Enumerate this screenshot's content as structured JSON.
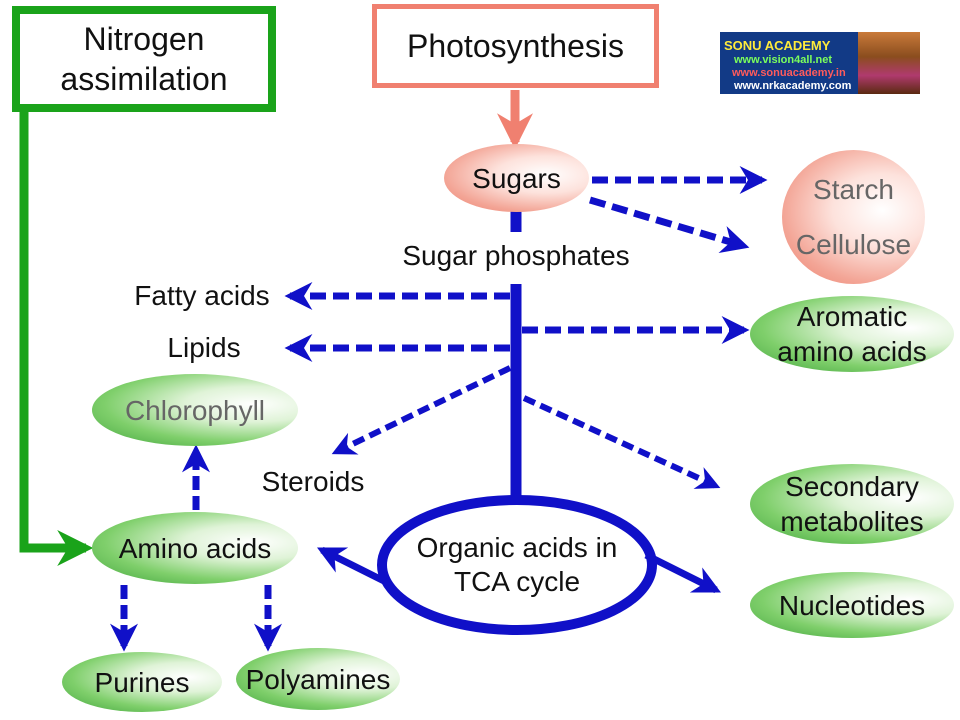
{
  "diagram": {
    "nitrogen_box": "Nitrogen assimilation",
    "photosynthesis_box": "Photosynthesis",
    "sugars": "Sugars",
    "starch": "Starch",
    "cellulose": "Cellulose",
    "sugar_phosphates": "Sugar phosphates",
    "fatty_acids": "Fatty acids",
    "lipids": "Lipids",
    "aromatic_amino_acids": "Aromatic amino acids",
    "chlorophyll": "Chlorophyll",
    "steroids": "Steroids",
    "secondary_metabolites": "Secondary metabolites",
    "amino_acids": "Amino acids",
    "organic_acids": "Organic acids in TCA cycle",
    "nucleotides": "Nucleotides",
    "purines": "Purines",
    "polyamines": "Polyamines"
  },
  "badge": {
    "title": "SONU ACADEMY",
    "line1": "www.vision4all.net",
    "line2": "www.sonuacademy.in",
    "line3": "www.nrkacademy.com"
  },
  "colors": {
    "arrow_blue": "#1010c8",
    "nitrogen_green": "#1aa31a",
    "photosynthesis_salmon": "#f08070"
  }
}
